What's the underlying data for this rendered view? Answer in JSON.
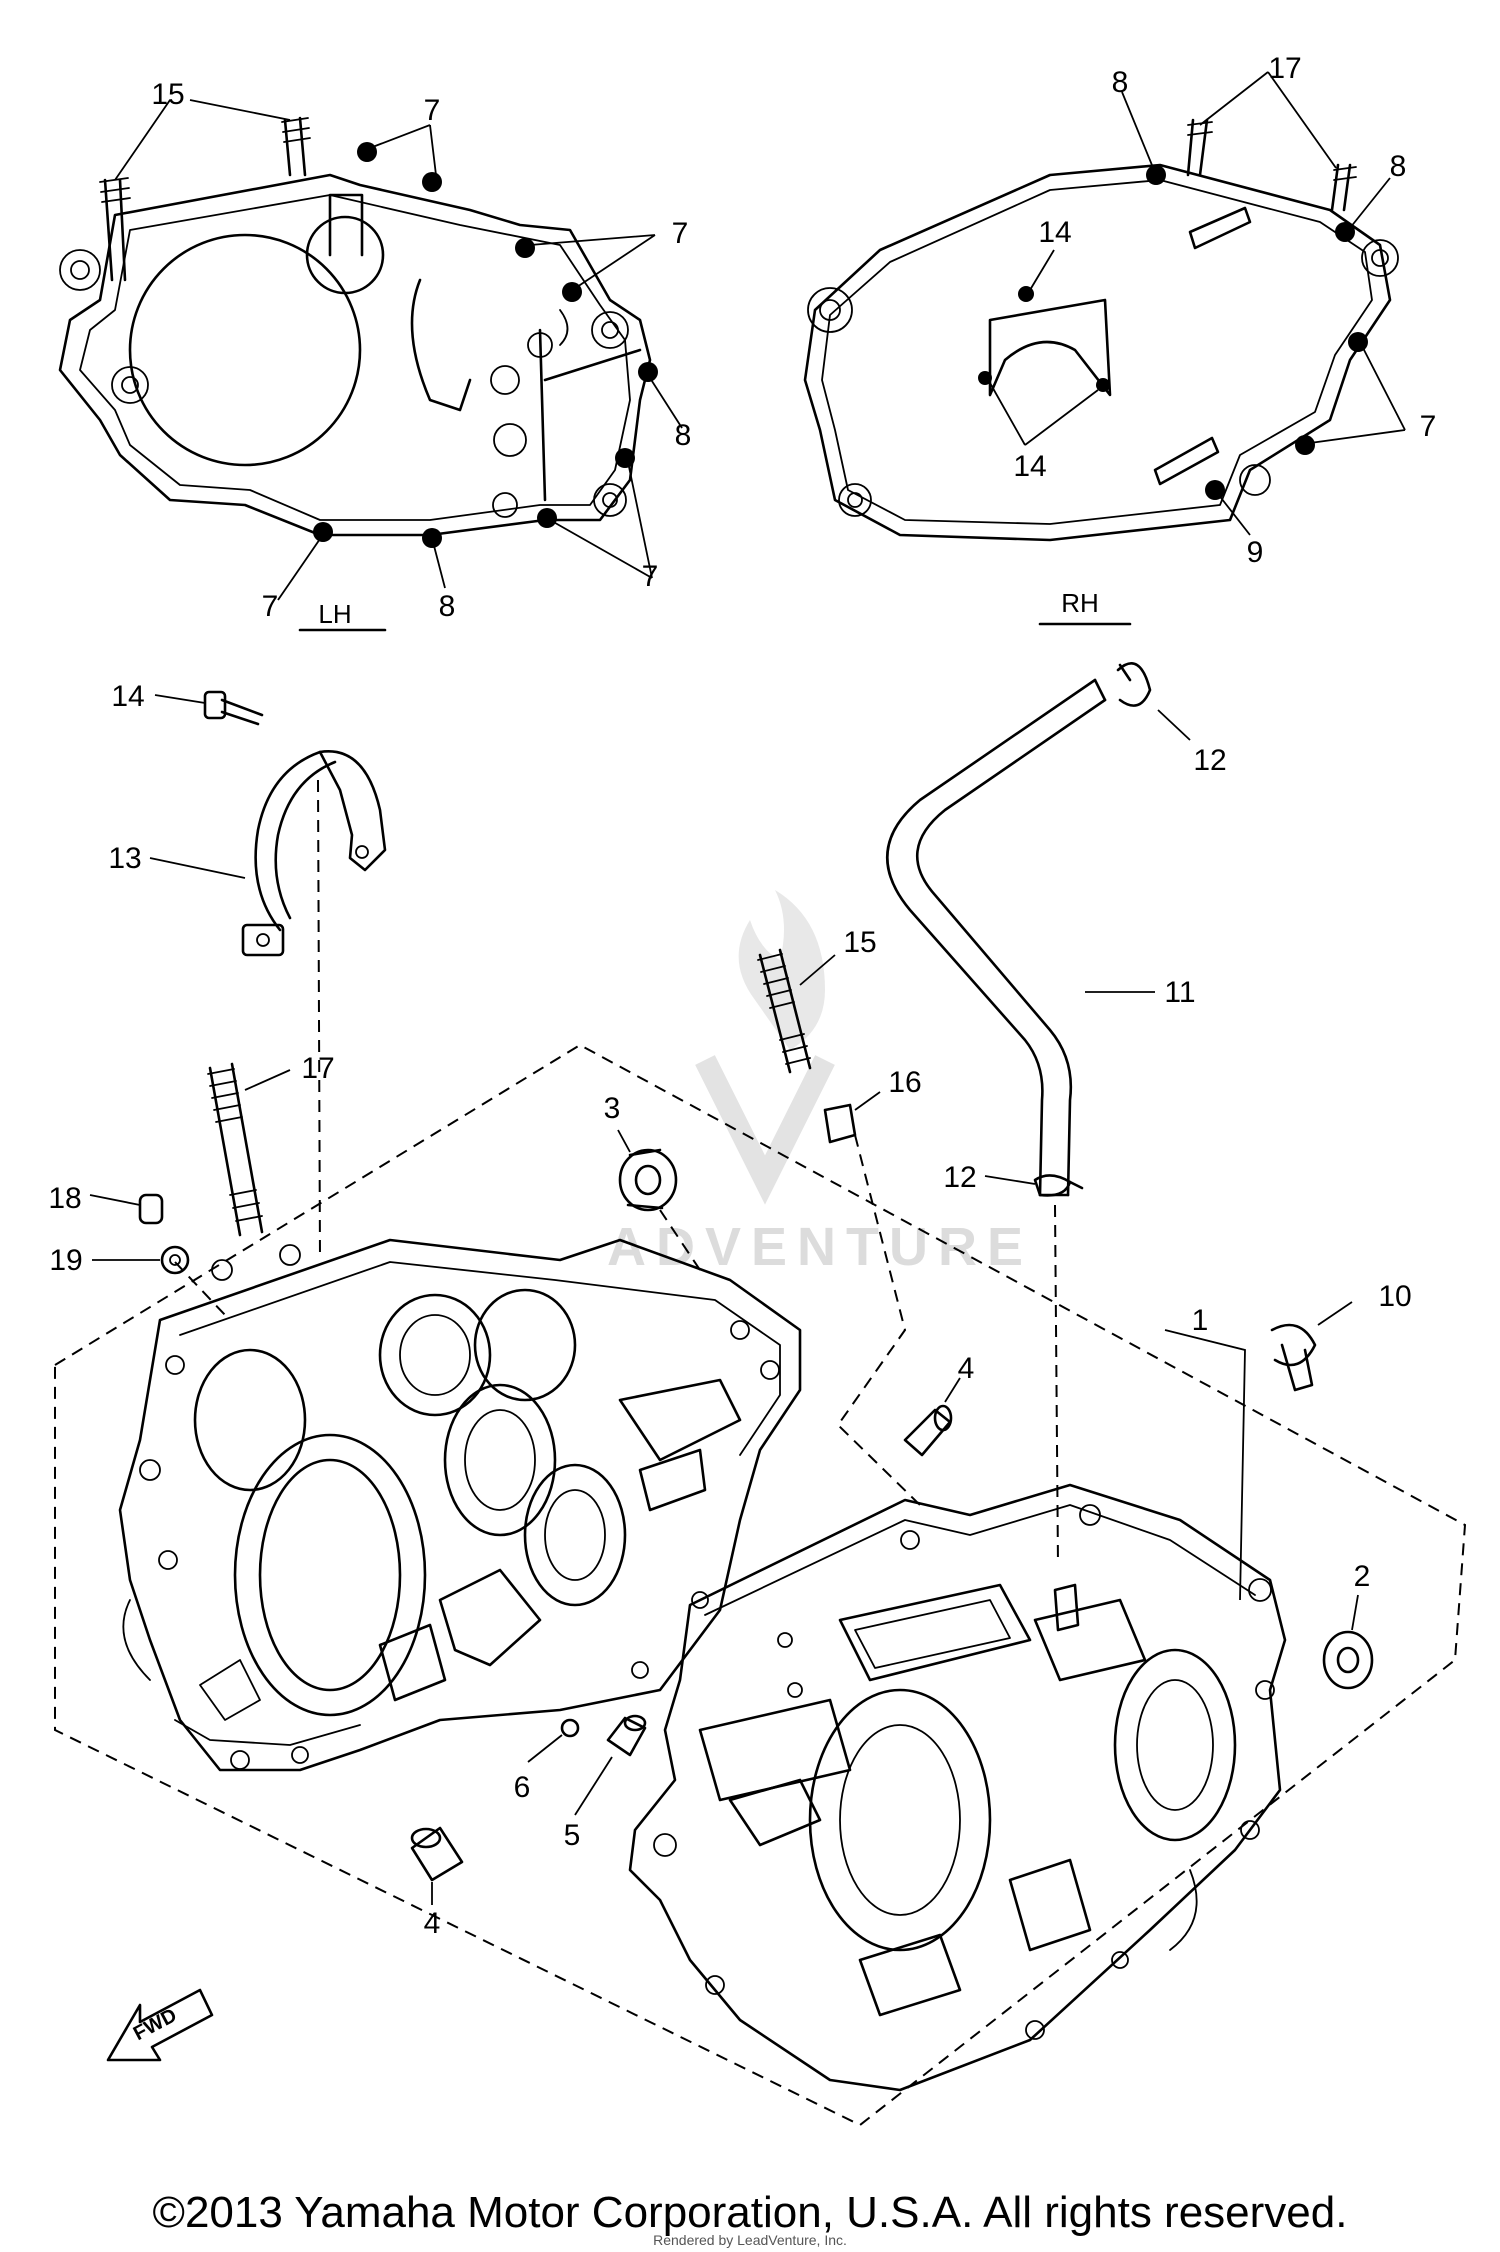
{
  "side_labels": {
    "left": "LH",
    "right": "RH"
  },
  "fwd_label": "FWD",
  "watermark": "ADVENTURE",
  "callouts": {
    "lh_15": "15",
    "lh_7a": "7",
    "lh_7b": "7",
    "lh_8a": "8",
    "lh_7c": "7",
    "lh_8b": "8",
    "lh_7d": "7",
    "rh_8a": "8",
    "rh_17": "17",
    "rh_8b": "8",
    "rh_14a": "14",
    "rh_7": "7",
    "rh_14b": "14",
    "rh_9": "9",
    "p14": "14",
    "p13": "13",
    "p12a": "12",
    "p15": "15",
    "p11": "11",
    "p17": "17",
    "p16": "16",
    "p3": "3",
    "p18": "18",
    "p12b": "12",
    "p19": "19",
    "p10": "10",
    "p1": "1",
    "p4a": "4",
    "p2": "2",
    "p6": "6",
    "p5": "5",
    "p4b": "4"
  },
  "copyright": "©2013 Yamaha Motor Corporation, U.S.A. All rights reserved.",
  "credit": "Rendered by LeadVenture, Inc."
}
